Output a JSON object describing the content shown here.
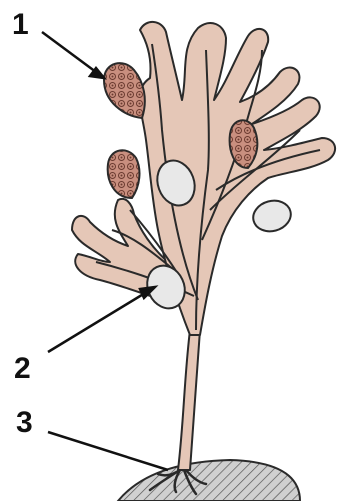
{
  "diagram": {
    "callouts": [
      {
        "label": "1",
        "target": "receptacle"
      },
      {
        "label": "2",
        "target": "air-bladder"
      },
      {
        "label": "3",
        "target": "holdfast"
      }
    ],
    "colors": {
      "thallus_fill": "#e5c7b7",
      "outline": "#2a2a2a",
      "receptacle_fill": "#c98f7f",
      "conceptacle_dot": "#6b3b30",
      "bladder_fill": "#e8e8e8",
      "substrate_fill": "#d0d0d0"
    }
  }
}
